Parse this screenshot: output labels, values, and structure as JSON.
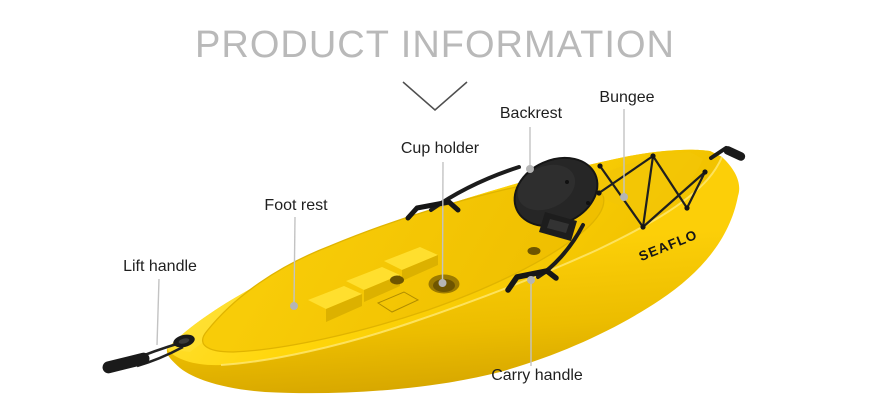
{
  "title": "PRODUCT INFORMATION",
  "brand": "SEAFLO",
  "callouts": [
    {
      "id": "cup-holder",
      "label": "Cup holder"
    },
    {
      "id": "backrest",
      "label": "Backrest"
    },
    {
      "id": "bungee",
      "label": "Bungee"
    },
    {
      "id": "foot-rest",
      "label": "Foot rest"
    },
    {
      "id": "lift-handle",
      "label": "Lift handle"
    },
    {
      "id": "carry-handle",
      "label": "Carry handle"
    }
  ],
  "colors": {
    "kayak_yellow": "#FFD60A",
    "kayak_hull_shadow": "#D9A400",
    "part_black": "#1F1F1F",
    "title_gray": "#B9B9B9",
    "label_text": "#1F1F1F",
    "leader_line_gray": "#C3C3C3"
  }
}
